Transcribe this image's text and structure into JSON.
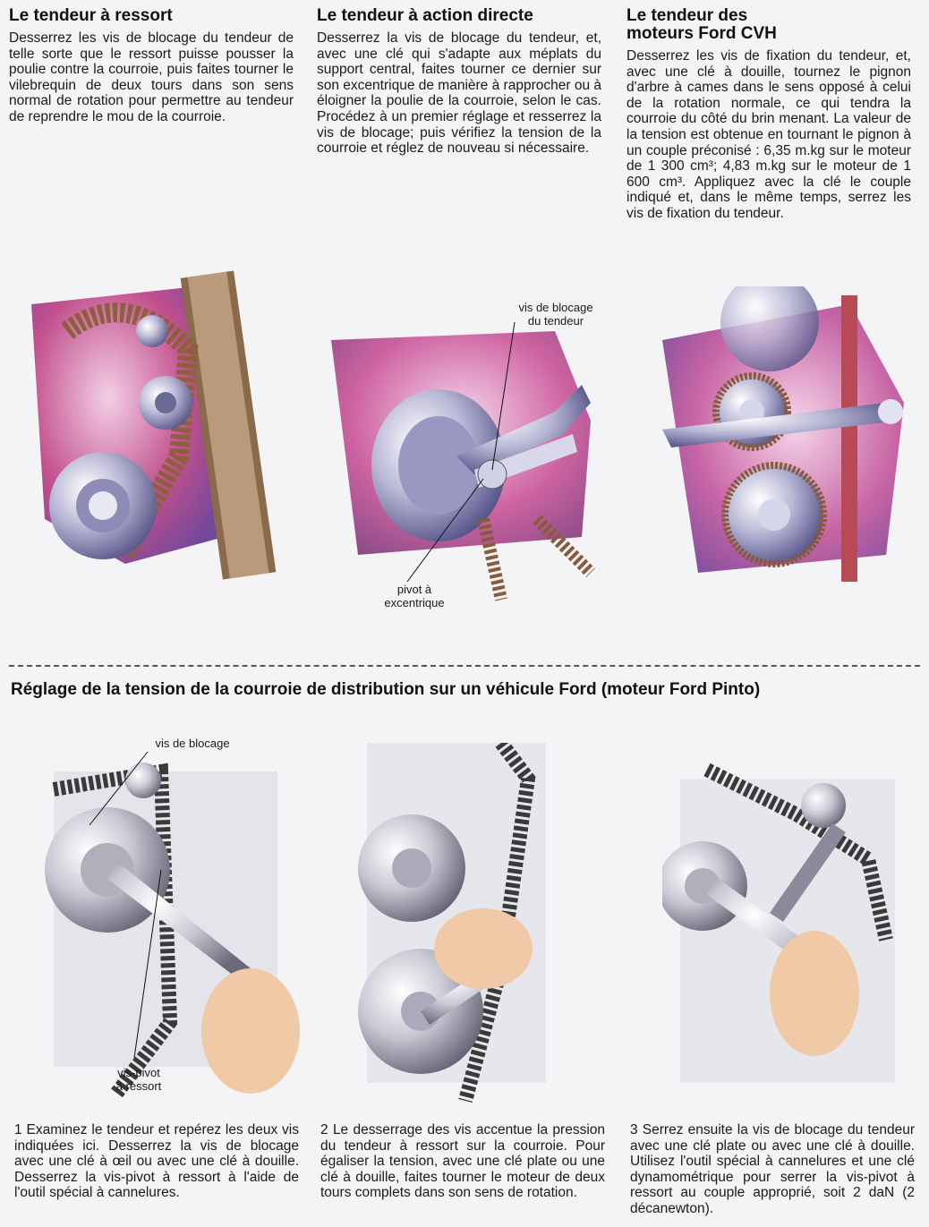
{
  "top_sections": [
    {
      "title": "Le tendeur à ressort",
      "text": "Desserrez les vis de blocage du tendeur de telle sorte que le ressort puisse pousser la poulie contre la courroie, puis faites tourner le vilebrequin de deux tours dans son sens normal de rotation pour permettre au tendeur de reprendre le mou de la courroie."
    },
    {
      "title": "Le tendeur à action directe",
      "text": "Desserrez la vis de blocage du tendeur, et, avec une clé qui s'adapte aux méplats du support central, faites tourner ce dernier sur son excentrique de manière à rapprocher ou à éloigner la poulie de la courroie, selon le cas. Procédez à un premier réglage et resserrez la vis de blocage; puis vérifiez la tension de la courroie et réglez de nouveau si nécessaire."
    },
    {
      "title_line1": "Le tendeur des",
      "title_line2": "moteurs Ford CVH",
      "text": "Desserrez les vis de fixation du tendeur, et, avec une clé à douille, tournez le pignon d'arbre à cames dans le sens opposé à celui de la rotation normale, ce qui tendra la courroie du côté du brin menant. La valeur de la tension est obtenue en tournant le pignon à un couple préconisé : 6,35 m.kg sur le moteur de 1 300 cm³; 4,83 m.kg sur le moteur de 1 600 cm³. Appliquez avec la clé le couple indiqué et, dans le même temps, serrez les vis de fixation du tendeur."
    }
  ],
  "figure_labels": {
    "vis_blocage_tendeur_1": "vis de blocage",
    "vis_blocage_tendeur_2": "du tendeur",
    "pivot_1": "pivot à",
    "pivot_2": "excentrique",
    "vis_de_blocage": "vis de blocage",
    "vis_pivot_1": "vis-pivot",
    "vis_pivot_2": "à ressort"
  },
  "section_title": "Réglage de la tension de la courroie de distribution sur un véhicule Ford (moteur Ford Pinto)",
  "captions": [
    {
      "num": "1",
      "text": "Examinez le tendeur et repérez les deux vis indiquées ici. Desserrez la vis de blocage avec une clé à œil ou avec une clé à douille. Desserrez la vis-pivot à ressort à l'aide de l'outil spécial à cannelures."
    },
    {
      "num": "2",
      "text": "Le desserrage des vis accentue la pression du tendeur à ressort sur la courroie. Pour égaliser la tension, avec une clé plate ou une clé à douille, faites tourner le moteur de deux tours complets dans son sens de rotation."
    },
    {
      "num": "3",
      "text": "Serrez ensuite la vis de blocage du tendeur avec une clé plate ou avec une clé à douille. Utilisez l'outil spécial à cannelures et une clé dynamométrique pour serrer la vis-pivot à ressort au couple approprié, soit 2 daN (2 décanewton)."
    }
  ]
}
